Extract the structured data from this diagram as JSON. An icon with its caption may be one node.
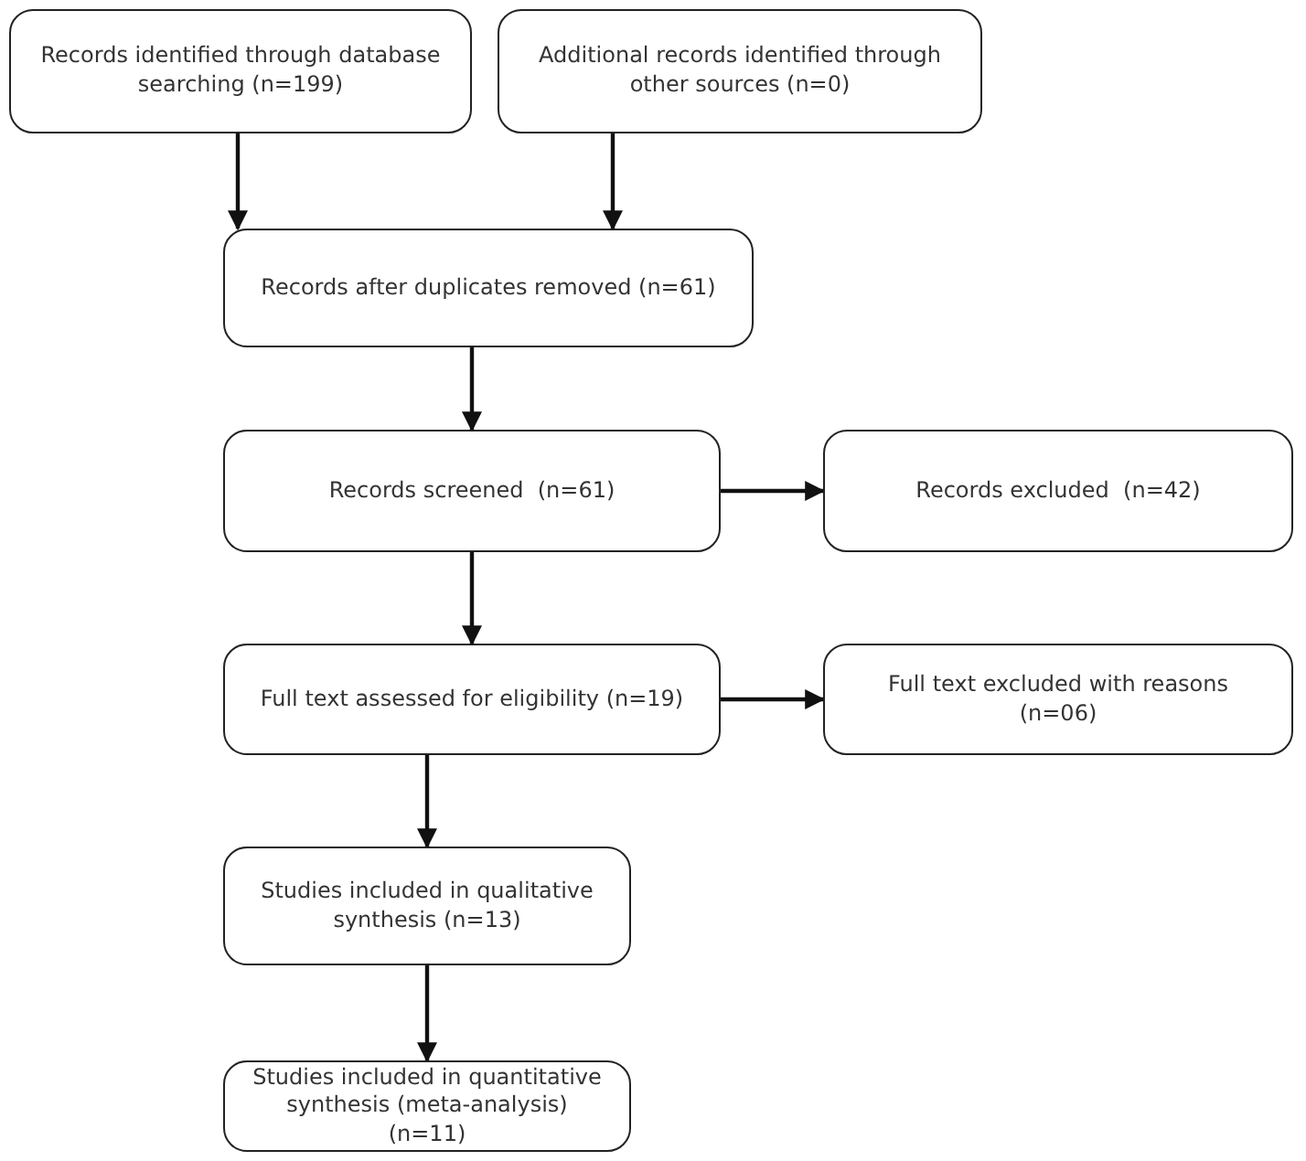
{
  "diagram": {
    "nodes": [
      {
        "text": [
          "Records identified through database searching (n=199)"
        ]
      },
      {
        "text": [
          "Additional records identified through other sources (n=0)"
        ]
      },
      {
        "text": [
          "Records after duplicates removed (n=61)"
        ]
      },
      {
        "text": [
          "Records screened  (n=61)"
        ]
      },
      {
        "text": [
          "Records excluded  (n=42)"
        ]
      },
      {
        "text": [
          "Full text assessed for eligibility (n=19)"
        ]
      },
      {
        "text": [
          "Full text excluded with reasons (n=06)"
        ]
      },
      {
        "text": [
          "Studies included in qualitative synthesis (n=13)"
        ]
      },
      {
        "text": [
          "Studies included in quantitative synthesis (meta-analysis) (n=11)"
        ]
      }
    ],
    "edges": [
      {
        "from": 0,
        "to": 2,
        "arrow": "to"
      },
      {
        "from": 1,
        "to": 2,
        "arrow": "to"
      },
      {
        "from": 2,
        "to": 3,
        "arrow": "to"
      },
      {
        "from": 3,
        "to": 4,
        "arrow": "to"
      },
      {
        "from": 3,
        "to": 5,
        "arrow": "to"
      },
      {
        "from": 5,
        "to": 6,
        "arrow": "to"
      },
      {
        "from": 5,
        "to": 7,
        "arrow": "to"
      },
      {
        "from": 7,
        "to": 8,
        "arrow": "to"
      }
    ]
  }
}
